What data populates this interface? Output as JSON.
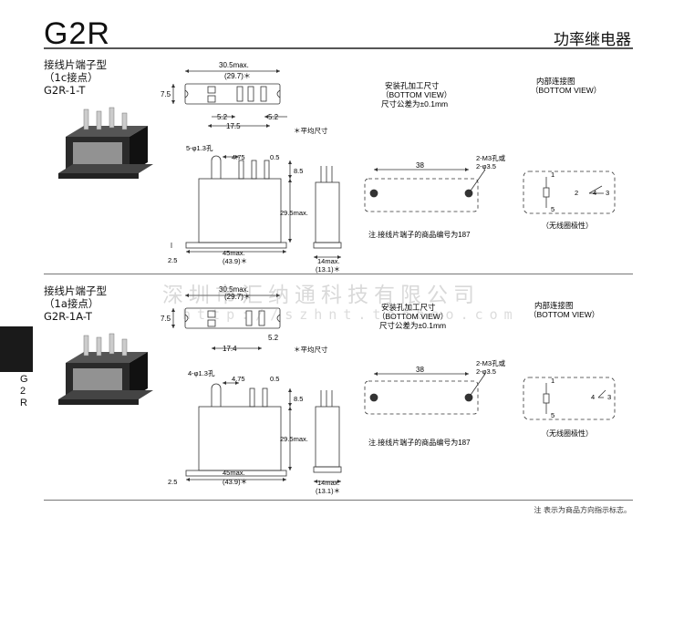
{
  "header": {
    "title": "G2R",
    "subtitle": "功率继电器"
  },
  "side_tab": {
    "text_line1": "G",
    "text_line2": "2",
    "text_line3": "R"
  },
  "sections": [
    {
      "type_line1": "接线片端子型",
      "type_line2": "（1c接点）",
      "model": "G2R-1-T",
      "top_view": {
        "width": "30.5max.",
        "width_avg": "(29.7)＊",
        "height": "7.5",
        "pitch1": "5.2",
        "pitch2": "17.5",
        "pitch3": "5.2"
      },
      "avg_note": "＊平均尺寸",
      "front_view": {
        "hole": "5-φ1.3孔",
        "d1": "4.75",
        "d2": "0.5",
        "h1": "8.5",
        "h2": "29.5max.",
        "w": "45max.",
        "w_avg": "(43.9)＊",
        "base": "2.5"
      },
      "side_view": {
        "w": "14max.",
        "w_avg": "(13.1)＊"
      },
      "mount": {
        "title": "安装孔加工尺寸",
        "view": "（BOTTOM VIEW）",
        "tol": "尺寸公差为±0.1mm",
        "dist": "38",
        "hole1": "2-M3孔或",
        "hole2": "2-φ3.5"
      },
      "tab_note": "注.接线片端子的商品编号为187",
      "internal": {
        "title": "内部连接图",
        "view": "（BOTTOM VIEW）",
        "pins": [
          "1",
          "2",
          "4",
          "3",
          "5"
        ],
        "polarity": "（无线圈极性）"
      }
    },
    {
      "type_line1": "接线片端子型",
      "type_line2": "（1a接点）",
      "model": "G2R-1A-T",
      "top_view": {
        "width": "30.5max.",
        "width_avg": "(29.7)＊",
        "height": "7.5",
        "pitch1": "5.2",
        "pitch2": "17.4"
      },
      "avg_note": "＊平均尺寸",
      "front_view": {
        "hole": "4-φ1.3孔",
        "d1": "4.75",
        "d2": "0.5",
        "h1": "8.5",
        "h2": "29.5max.",
        "w": "45max.",
        "w_avg": "(43.9)＊",
        "base": "2.5"
      },
      "side_view": {
        "w": "14max.",
        "w_avg": "(13.1)＊"
      },
      "mount": {
        "title": "安装孔加工尺寸",
        "view": "（BOTTOM VIEW）",
        "tol": "尺寸公差为±0.1mm",
        "dist": "38",
        "hole1": "2-M3孔或",
        "hole2": "2-φ3.5"
      },
      "tab_note": "注.接线片端子的商品编号为187",
      "internal": {
        "title": "内部连接图",
        "view": "（BOTTOM VIEW）",
        "pins": [
          "1",
          "4",
          "3",
          "5"
        ],
        "polarity": "（无线圈极性）"
      }
    }
  ],
  "watermark": {
    "line1": "深圳市汇纳通科技有限公司",
    "line2": "http://szhnt.taobao.com"
  },
  "footer_note": "注  表示为商品方向指示标志。"
}
